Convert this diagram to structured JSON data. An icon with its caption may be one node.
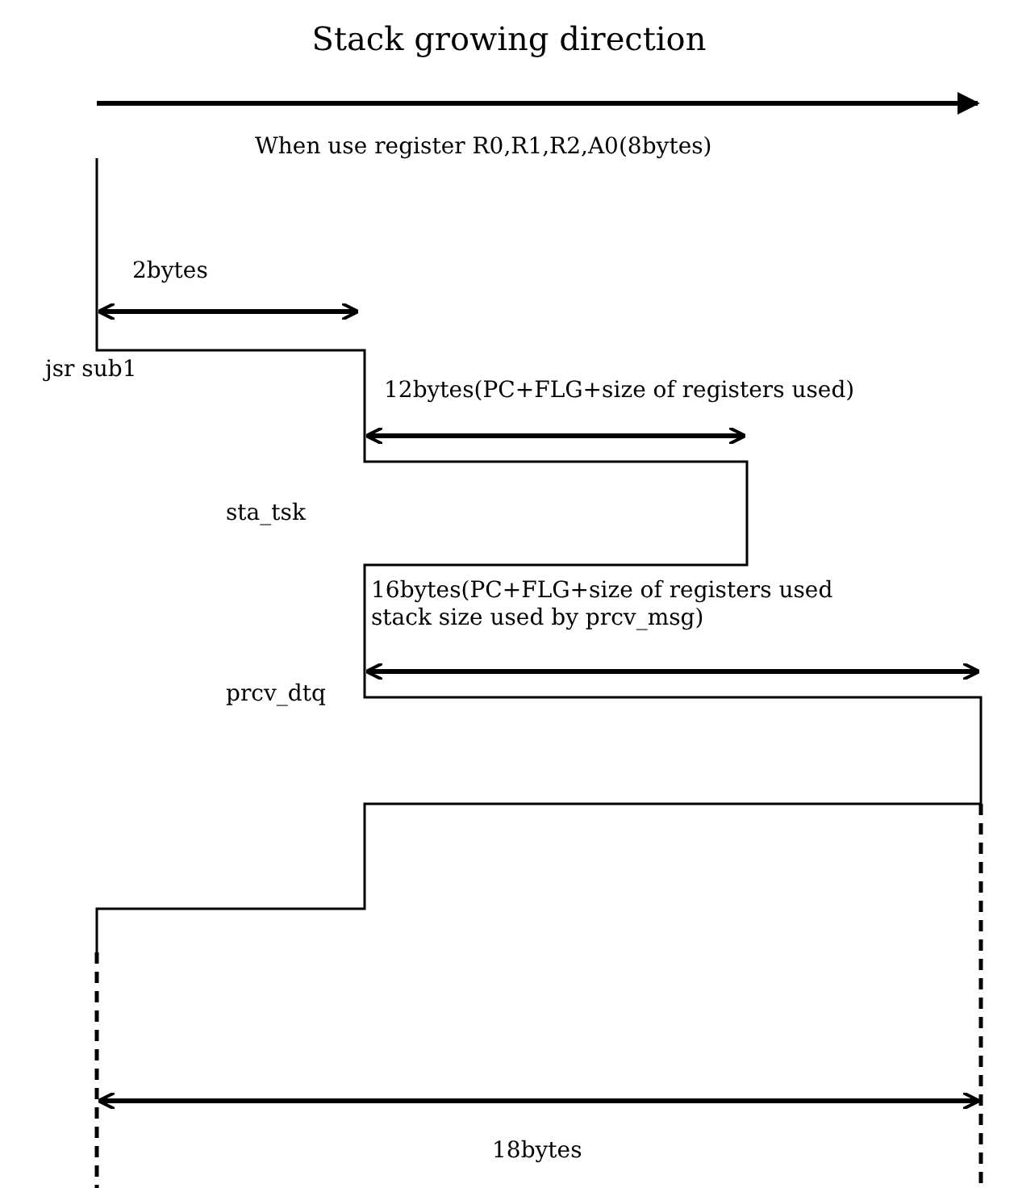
{
  "diagram": {
    "title": "Stack growing direction",
    "labels": [
      "When use register R0,R1,R2,A0(8bytes)",
      "2bytes",
      "jsr sub1",
      "12bytes(PC+FLG+size of registers used)",
      "sta_tsk",
      "16bytes(PC+FLG+size of registers used stack size used by prcv_msg)",
      "prcv_dtq",
      "18bytes"
    ]
  }
}
